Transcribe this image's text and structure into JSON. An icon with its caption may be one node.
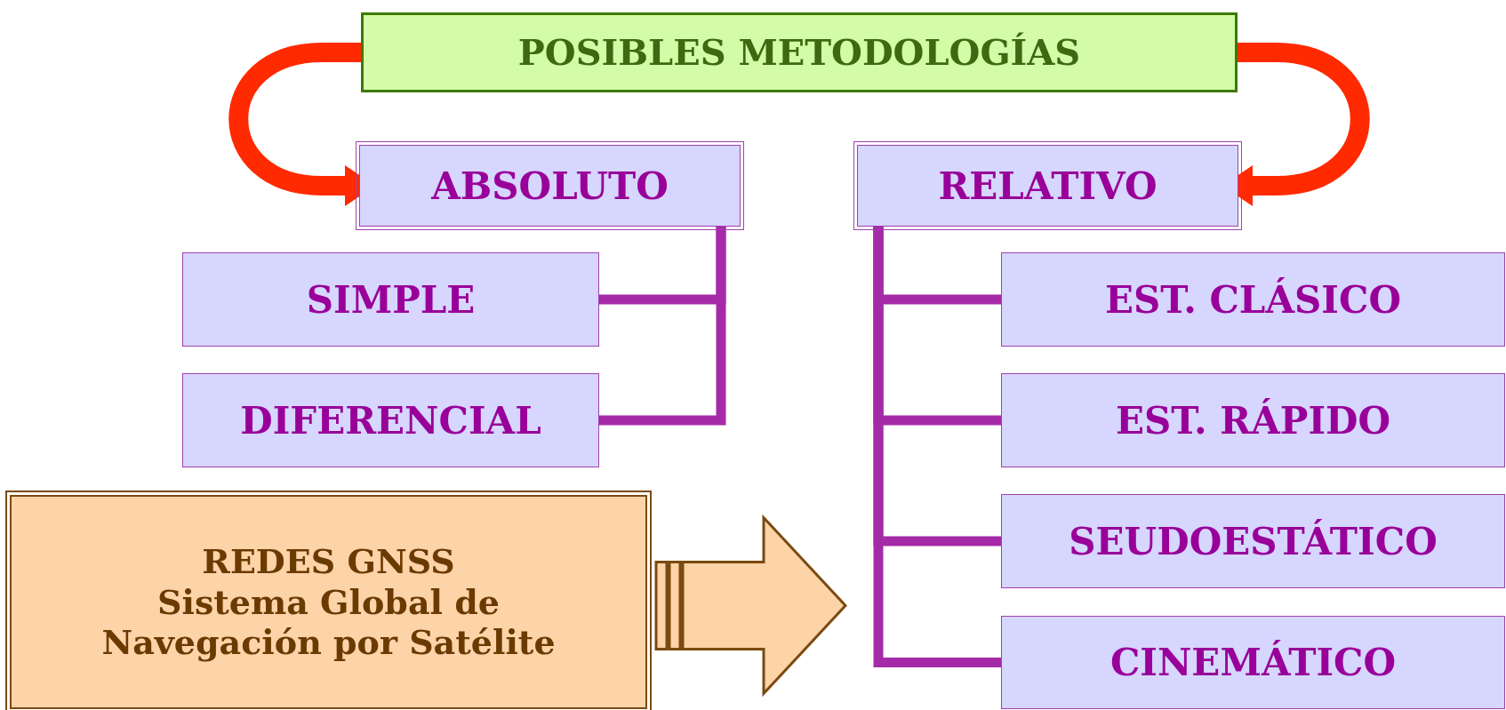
{
  "diagram": {
    "nodes": [
      {
        "text": [
          "POSIBLES METODOLOGÍAS"
        ]
      },
      {
        "text": [
          "ABSOLUTO"
        ]
      },
      {
        "text": [
          "RELATIVO"
        ]
      },
      {
        "text": [
          "SIMPLE"
        ]
      },
      {
        "text": [
          "DIFERENCIAL"
        ]
      },
      {
        "text": [
          "EST. CLÁSICO"
        ]
      },
      {
        "text": [
          "EST. RÁPIDO"
        ]
      },
      {
        "text": [
          "SEUDOESTÁTICO"
        ]
      },
      {
        "text": [
          "CINEMÁTICO"
        ]
      },
      {
        "text": [
          "REDES GNSS",
          "Sistema Global de Navegación por Satélite"
        ]
      }
    ],
    "edges": [
      {
        "from": 0,
        "to": 1,
        "arrow": "to",
        "style": "thick",
        "color": "#ff2a00"
      },
      {
        "from": 0,
        "to": 2,
        "arrow": "to",
        "style": "thick",
        "color": "#ff2a00"
      },
      {
        "from": 1,
        "to": 3,
        "arrow": "none"
      },
      {
        "from": 1,
        "to": 4,
        "arrow": "none"
      },
      {
        "from": 2,
        "to": 5,
        "arrow": "none"
      },
      {
        "from": 2,
        "to": 6,
        "arrow": "none"
      },
      {
        "from": 2,
        "to": 7,
        "arrow": "none"
      },
      {
        "from": 2,
        "to": 8,
        "arrow": "none"
      },
      {
        "from": 9,
        "to": null,
        "arrow": "to",
        "style": "thick",
        "color": "#7a4a10"
      }
    ]
  }
}
